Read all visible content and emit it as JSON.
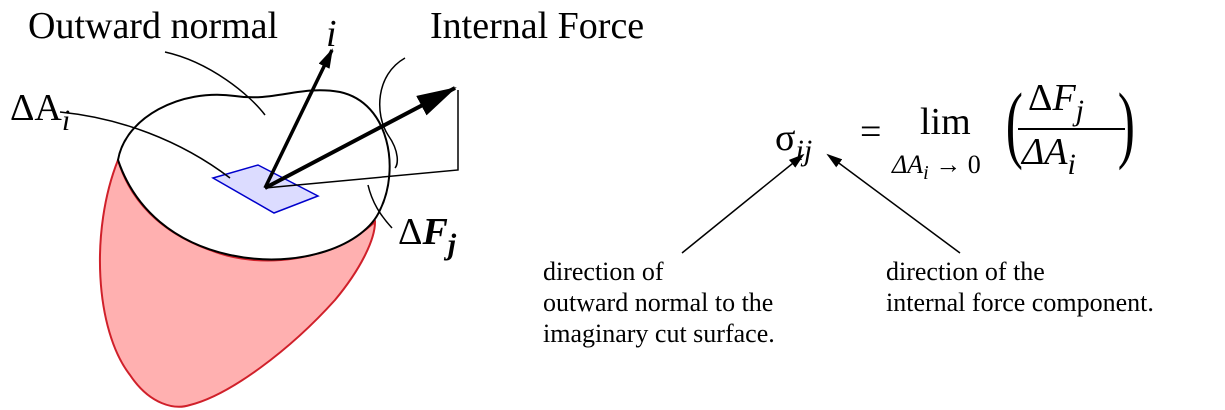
{
  "labels": {
    "outward_normal": "Outward normal",
    "internal_force": "Internal Force",
    "normal_i": "i",
    "area_delta": "ΔA",
    "area_sub": "i",
    "force_delta": "Δ",
    "force_F": "F",
    "force_sub": "j"
  },
  "equation": {
    "sigma": "σ",
    "sigma_sub": "ij",
    "equals": "=",
    "lim": "lim",
    "lim_below_delta": "ΔA",
    "lim_below_sub": "i",
    "lim_below_arrow": "→ 0",
    "num_delta": "Δ",
    "num_F": "F",
    "num_sub": "j",
    "den_delta": "ΔA",
    "den_sub": "i"
  },
  "notes": {
    "normal_direction": "direction of\noutward normal to the\nimaginary cut surface.",
    "force_direction": "direction of the\ninternal force component."
  },
  "colors": {
    "body_fill": "#ffb0b0",
    "body_stroke": "#d0202a",
    "patch_fill": "#dcdcff",
    "patch_stroke": "#0000cc",
    "ink": "#000000"
  }
}
